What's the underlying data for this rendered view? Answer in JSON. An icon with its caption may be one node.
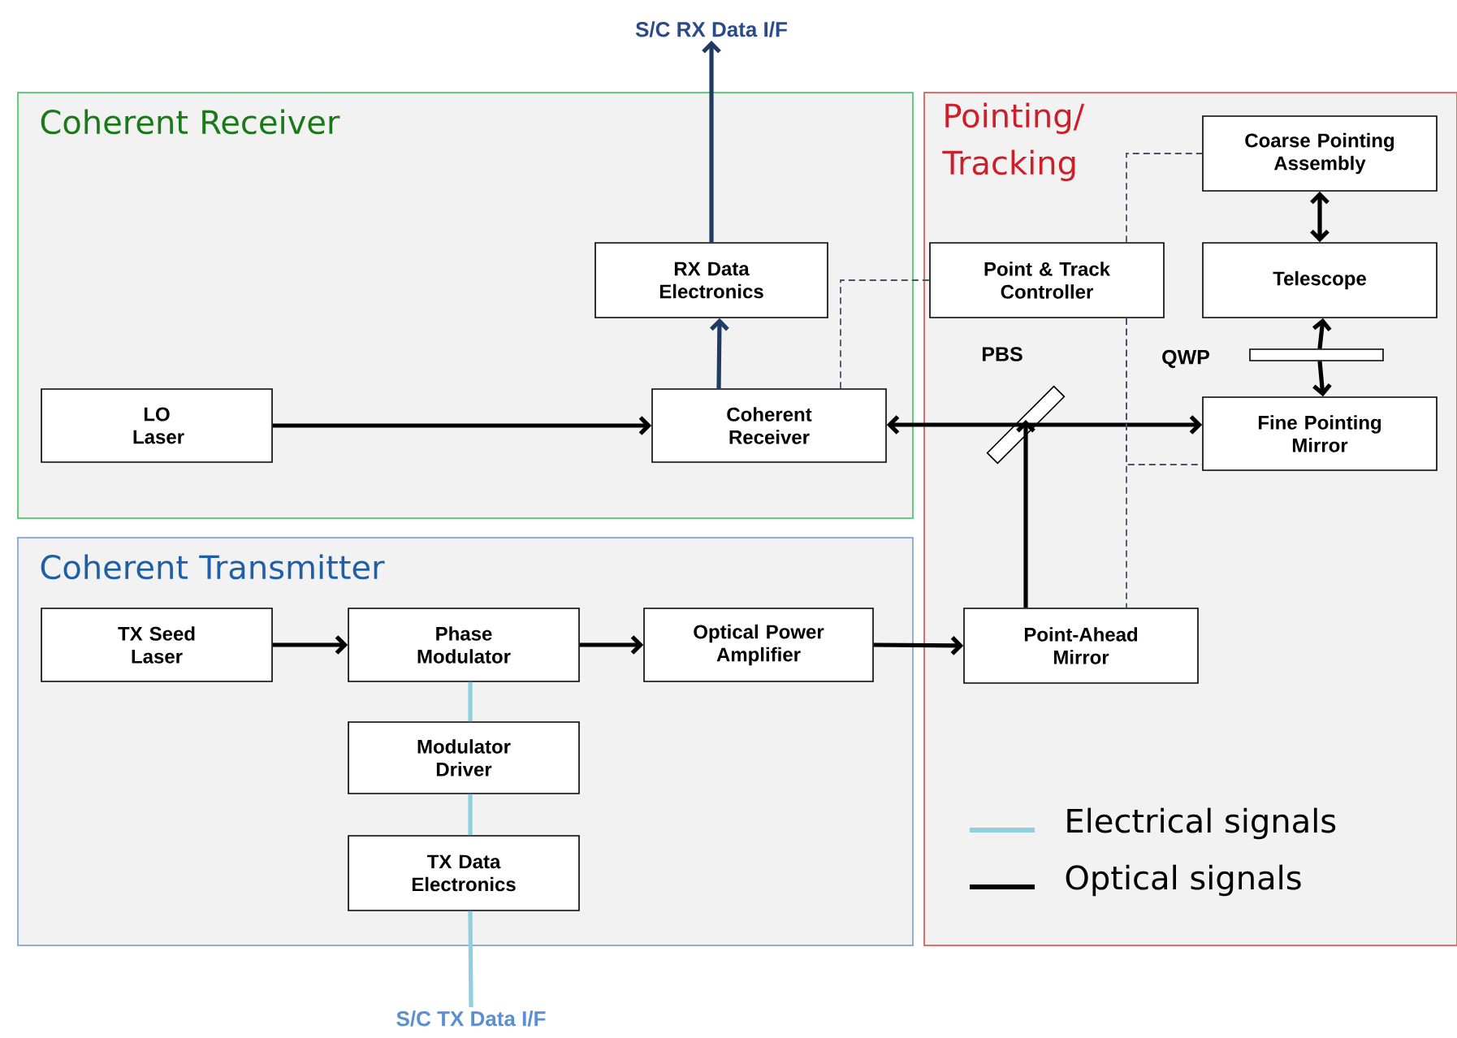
{
  "diagram": {
    "nodes": [
      {
        "text": [
          "Coherent Receiver"
        ]
      },
      {
        "text": [
          "Coherent Transmitter"
        ]
      },
      {
        "text": [
          "Pointing/ Tracking"
        ]
      },
      {
        "text": [
          "LO Laser"
        ],
        "in": 0
      },
      {
        "text": [
          "RX Data Electronics"
        ],
        "in": 0
      },
      {
        "text": [
          "Coherent Receiver"
        ],
        "in": 0
      },
      {
        "text": [
          "S/C RX Data I/F"
        ]
      },
      {
        "text": [
          "TX Seed Laser"
        ],
        "in": 1
      },
      {
        "text": [
          "Phase Modulator"
        ],
        "in": 1
      },
      {
        "text": [
          "Optical Power Amplifier"
        ],
        "in": 1
      },
      {
        "text": [
          "Modulator Driver"
        ],
        "in": 1
      },
      {
        "text": [
          "TX Data Electronics"
        ],
        "in": 1
      },
      {
        "text": [
          "S/C TX Data I/F"
        ]
      },
      {
        "text": [
          "Point & Track Controller"
        ],
        "in": 2
      },
      {
        "text": [
          "Coarse Pointing Assembly"
        ],
        "in": 2
      },
      {
        "text": [
          "Telescope"
        ],
        "in": 2
      },
      {
        "text": [
          "Fine Pointing Mirror"
        ],
        "in": 2
      },
      {
        "text": [
          "Point-Ahead Mirror"
        ],
        "in": 2
      },
      {
        "text": [],
        "shape": "bar",
        "beside": [
          "PBS"
        ],
        "in": 2
      },
      {
        "text": [],
        "shape": "bar",
        "beside": [
          "QWP"
        ],
        "in": 2
      }
    ],
    "edges": [
      {
        "from": 5,
        "to": 4,
        "arrow": "to",
        "color": "#1f3b63"
      },
      {
        "from": 4,
        "to": 6,
        "arrow": "to",
        "color": "#1f3b63"
      },
      {
        "from": 3,
        "to": 5,
        "arrow": "to"
      },
      {
        "from": 7,
        "to": 8,
        "arrow": "to"
      },
      {
        "from": 8,
        "to": 9,
        "arrow": "to"
      },
      {
        "from": 9,
        "to": 17,
        "arrow": "to"
      },
      {
        "from": 17,
        "to": 18,
        "arrow": "to"
      },
      {
        "from": 18,
        "to": 5,
        "arrow": "to"
      },
      {
        "from": 18,
        "to": 16,
        "arrow": "to"
      },
      {
        "from": 14,
        "to": 15,
        "arrow": "both"
      },
      {
        "from": 19,
        "to": 15,
        "arrow": "to"
      },
      {
        "from": 19,
        "to": 16,
        "arrow": "to"
      },
      {
        "from": 8,
        "to": 10,
        "arrow": "none",
        "color": "#8ecfe0"
      },
      {
        "from": 10,
        "to": 11,
        "arrow": "none",
        "color": "#8ecfe0"
      },
      {
        "from": 11,
        "to": 12,
        "arrow": "none",
        "color": "#8ecfe0"
      },
      {
        "from": 5,
        "to": 13,
        "arrow": "none",
        "style": "dashed",
        "color": "#44546a"
      },
      {
        "from": 13,
        "to": 14,
        "arrow": "none",
        "style": "dashed",
        "color": "#44546a"
      },
      {
        "from": 13,
        "to": 17,
        "arrow": "none",
        "style": "dashed",
        "color": "#44546a"
      },
      {
        "from": 13,
        "to": 16,
        "arrow": "none",
        "style": "dashed",
        "color": "#44546a"
      }
    ],
    "legend": [
      {
        "text": "Electrical signals"
      },
      {
        "text": "Optical signals"
      }
    ]
  }
}
